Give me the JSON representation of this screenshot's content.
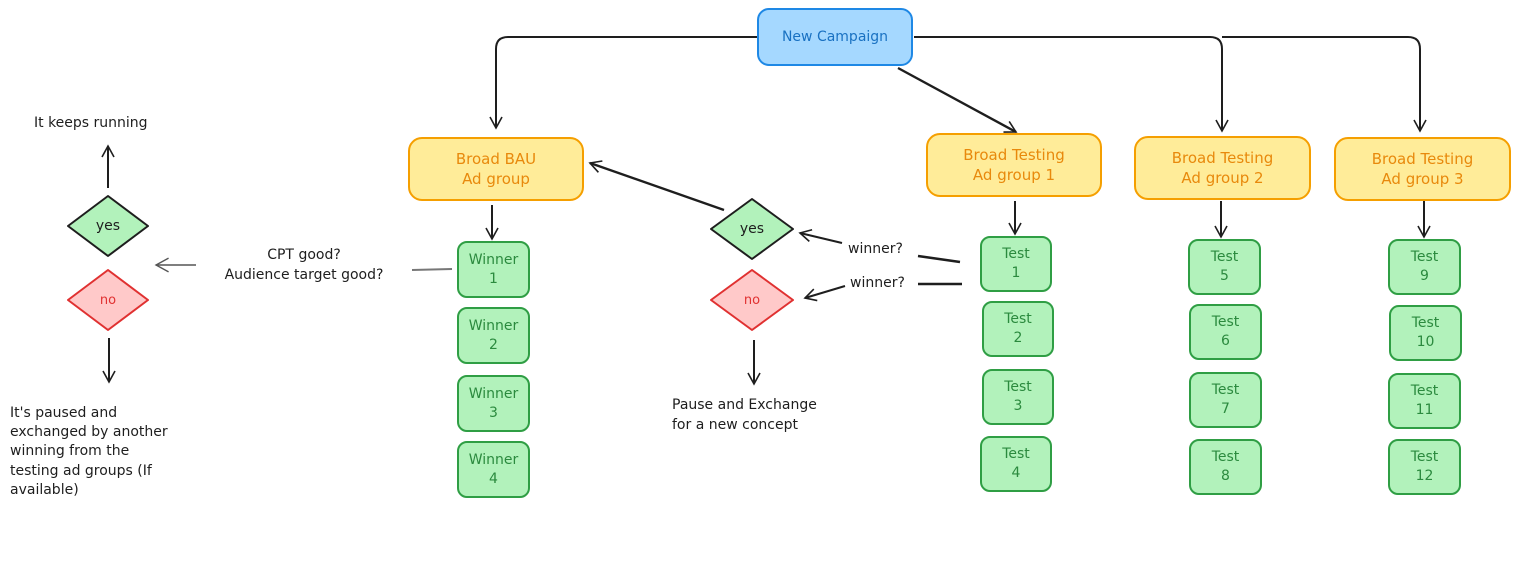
{
  "diagram": {
    "root": {
      "label": "New Campaign"
    },
    "ad_groups": [
      {
        "id": "bau",
        "line1": "Broad BAU",
        "line2": "Ad group"
      },
      {
        "id": "t1",
        "line1": "Broad Testing",
        "line2": "Ad group 1"
      },
      {
        "id": "t2",
        "line1": "Broad Testing",
        "line2": "Ad group 2"
      },
      {
        "id": "t3",
        "line1": "Broad Testing",
        "line2": "Ad group 3"
      }
    ],
    "winners": [
      {
        "line1": "Winner",
        "line2": "1"
      },
      {
        "line1": "Winner",
        "line2": "2"
      },
      {
        "line1": "Winner",
        "line2": "3"
      },
      {
        "line1": "Winner",
        "line2": "4"
      }
    ],
    "tests_group1": [
      {
        "line1": "Test",
        "line2": "1"
      },
      {
        "line1": "Test",
        "line2": "2"
      },
      {
        "line1": "Test",
        "line2": "3"
      },
      {
        "line1": "Test",
        "line2": "4"
      }
    ],
    "tests_group2": [
      {
        "line1": "Test",
        "line2": "5"
      },
      {
        "line1": "Test",
        "line2": "6"
      },
      {
        "line1": "Test",
        "line2": "7"
      },
      {
        "line1": "Test",
        "line2": "8"
      }
    ],
    "tests_group3": [
      {
        "line1": "Test",
        "line2": "9"
      },
      {
        "line1": "Test",
        "line2": "10"
      },
      {
        "line1": "Test",
        "line2": "11"
      },
      {
        "line1": "Test",
        "line2": "12"
      }
    ],
    "left_decision": {
      "question": "CPT good?\nAudience target good?",
      "yes_label": "yes",
      "no_label": "no",
      "yes_outcome": "It keeps running",
      "no_outcome": "It's paused and\nexchanged by another\nwinning from the\ntesting ad groups (If\navailable)"
    },
    "middle_decision": {
      "yes_question": "winner?",
      "no_question": "winner?",
      "yes_label": "yes",
      "no_label": "no",
      "no_outcome": "Pause and Exchange\nfor a new concept"
    },
    "colors": {
      "root_fill": "#a5d8ff",
      "root_stroke": "#1e88e5",
      "group_fill": "#ffec99",
      "group_stroke": "#f59f00",
      "leaf_fill": "#b2f2bb",
      "leaf_stroke": "#2f9e44",
      "no_fill": "#ffc9c9",
      "no_stroke": "#e03131",
      "line": "#1e1e1e"
    }
  }
}
